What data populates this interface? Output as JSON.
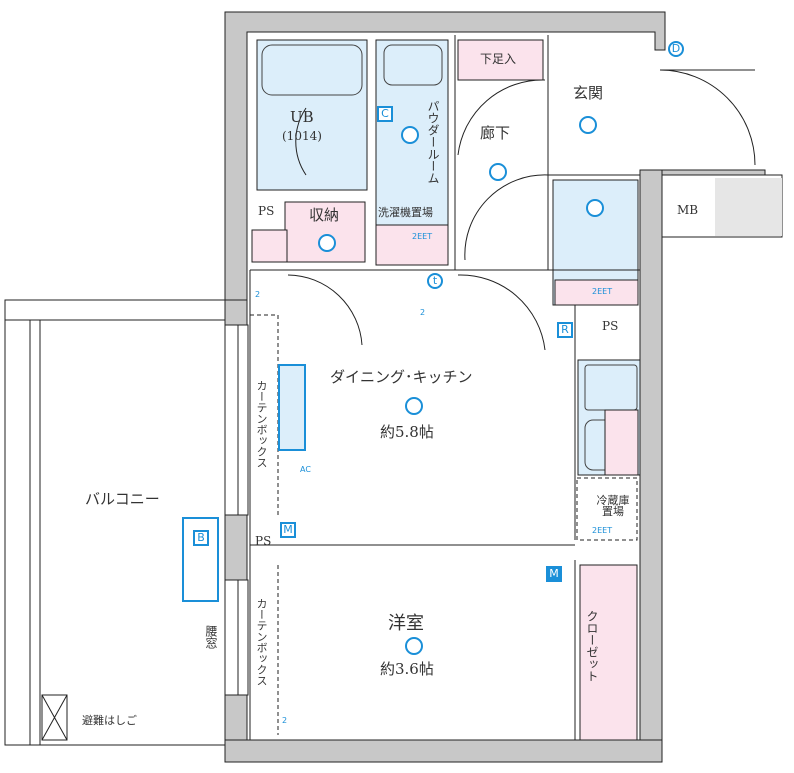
{
  "rooms": {
    "unit_bath": {
      "name": "UB",
      "size": "(1014)"
    },
    "powder_room": "パウダールーム",
    "shoe_cabinet": "下足入",
    "hallway": "廊下",
    "entrance": "玄関",
    "meter_box": "MB",
    "ps_top": "PS",
    "storage": "収納",
    "laundry": "洗濯機置場",
    "ps_right": "PS",
    "dining_kitchen": {
      "name": "ダイニング･キッチン",
      "size": "約5.8帖"
    },
    "curtain_box_upper": "カーテンボックス",
    "curtain_box_lower": "カーテンボックス",
    "ps_middle": "PS",
    "fridge": "冷蔵庫置場",
    "western_room": {
      "name": "洋室",
      "size": "約3.6帖"
    },
    "closet": "クローゼット",
    "balcony": "バルコニー",
    "waist_window": "腰窓",
    "escape_ladder": "避難はしご"
  },
  "symbols": {
    "outlet_label": "2EET",
    "aircon": "AC",
    "thermostat": "t",
    "count_2": "2",
    "c": "C",
    "r": "R",
    "m": "M",
    "d": "D",
    "b": "B"
  },
  "colors": {
    "wet_area": "#dceefa",
    "storage": "#fbe3ec",
    "wall": "#c8c8c8",
    "symbol": "#1a8fd8"
  }
}
